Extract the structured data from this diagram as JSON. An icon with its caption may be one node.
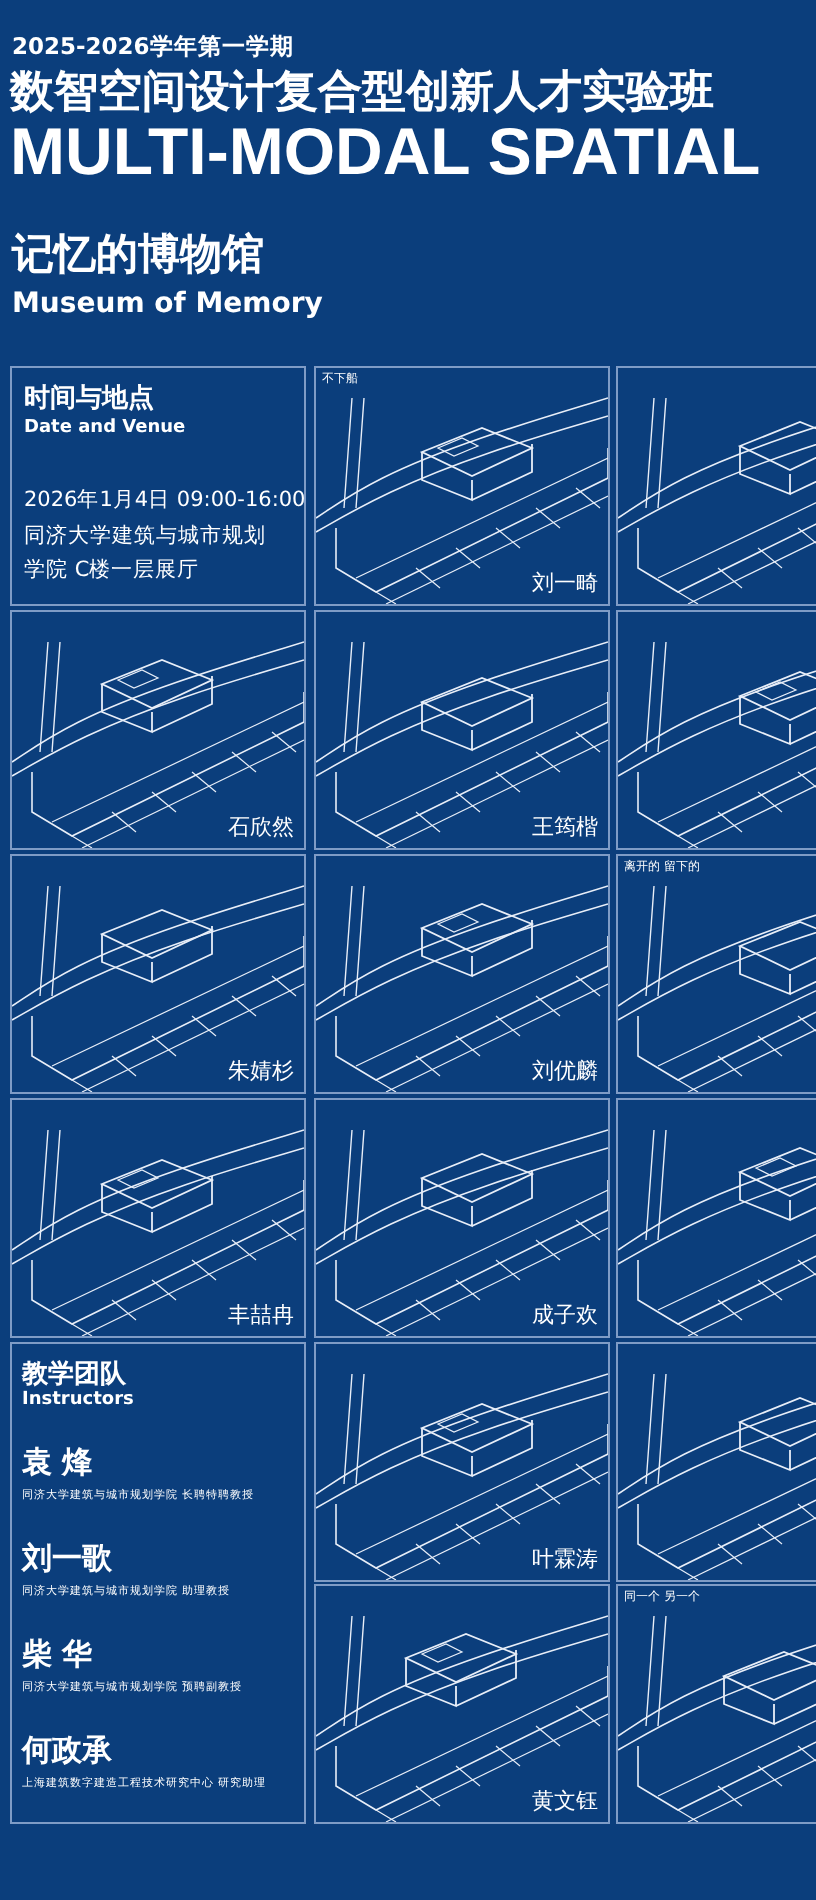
{
  "diagram": {
    "title": "数智空间设计复合型创新人才实验班",
    "nodes": [
      {
        "text": [
          "时间与地点",
          "Date and Venue",
          "2026年1月4日 09:00-16:00",
          "同济大学建筑与城市规划学院 C楼一层展厅"
        ]
      },
      {
        "text": [
          "不下船",
          "刘一畸"
        ]
      },
      {
        "text": [],
        "shape": "picture"
      },
      {
        "text": [
          "石欣然"
        ]
      },
      {
        "text": [
          "王筠楷"
        ]
      },
      {
        "text": [],
        "shape": "picture"
      },
      {
        "text": [
          "朱婧杉"
        ]
      },
      {
        "text": [
          "刘优麟"
        ]
      },
      {
        "text": [
          "离开的 留下的"
        ]
      },
      {
        "text": [
          "丰喆冉"
        ]
      },
      {
        "text": [
          "成子欢"
        ]
      },
      {
        "text": [],
        "shape": "picture"
      },
      {
        "text": [
          "教学团队",
          "Instructors",
          "袁 烽",
          "同济大学建筑与城市规划学院 长聘特聘教授",
          "刘一歌",
          "同济大学建筑与城市规划学院 助理教授",
          "柴 华",
          "同济大学建筑与城市规划学院 预聘副教授",
          "何政承",
          "上海建筑数字建造工程技术研究中心 研究助理"
        ]
      },
      {
        "text": [
          "叶霖涛"
        ]
      },
      {
        "text": [],
        "shape": "picture"
      },
      {
        "text": [
          "黄文钰"
        ]
      },
      {
        "text": [
          "同一个 另一个"
        ]
      }
    ],
    "edges": [],
    "labels": [
      "2025-2026学年第一学期",
      "MULTI-MODAL SPATIAL",
      "记忆的博物馆",
      "Museum of Memory"
    ]
  }
}
